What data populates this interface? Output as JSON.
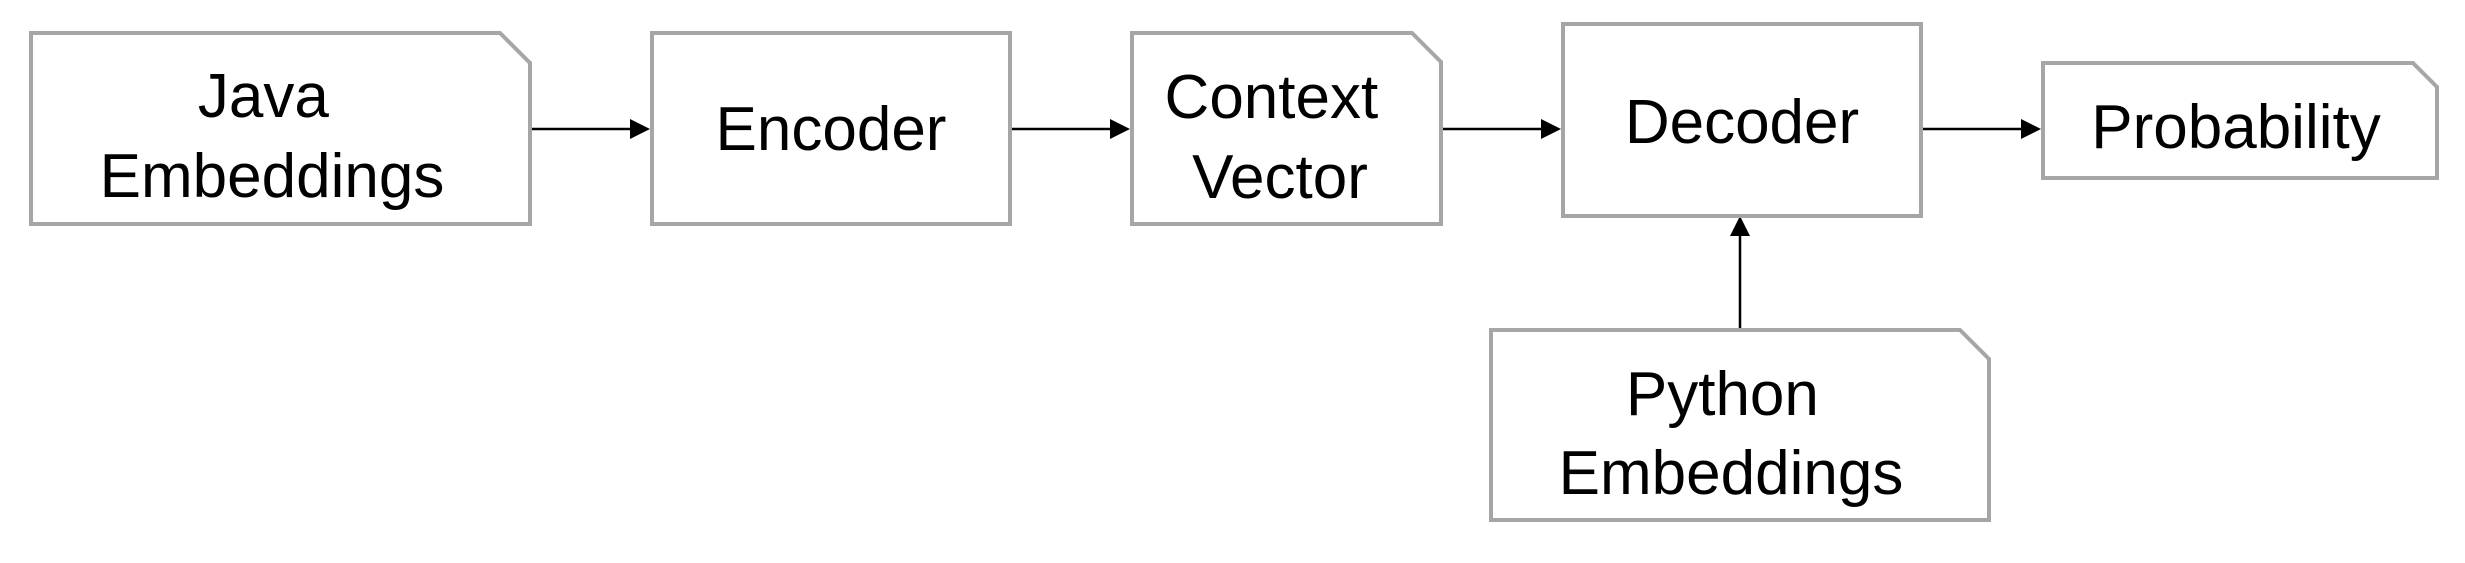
{
  "nodes": {
    "java_embeddings": {
      "lines": [
        "Java",
        "Embeddings"
      ],
      "shape": "document-folded-corner"
    },
    "encoder": {
      "lines": [
        "Encoder"
      ],
      "shape": "rectangle"
    },
    "context_vector": {
      "lines": [
        "Context",
        "Vector"
      ],
      "shape": "document-folded-corner"
    },
    "decoder": {
      "lines": [
        "Decoder"
      ],
      "shape": "rectangle"
    },
    "probability": {
      "lines": [
        "Probability"
      ],
      "shape": "document-folded-corner"
    },
    "python_embeddings": {
      "lines": [
        "Python",
        "Embeddings"
      ],
      "shape": "document-folded-corner"
    }
  },
  "edges": [
    {
      "from": "java_embeddings",
      "to": "encoder"
    },
    {
      "from": "encoder",
      "to": "context_vector"
    },
    {
      "from": "context_vector",
      "to": "decoder"
    },
    {
      "from": "decoder",
      "to": "probability"
    },
    {
      "from": "python_embeddings",
      "to": "decoder"
    }
  ],
  "colors": {
    "node_border": "#a6a6a6",
    "node_fill": "#ffffff",
    "arrow": "#000000",
    "text": "#000000"
  }
}
